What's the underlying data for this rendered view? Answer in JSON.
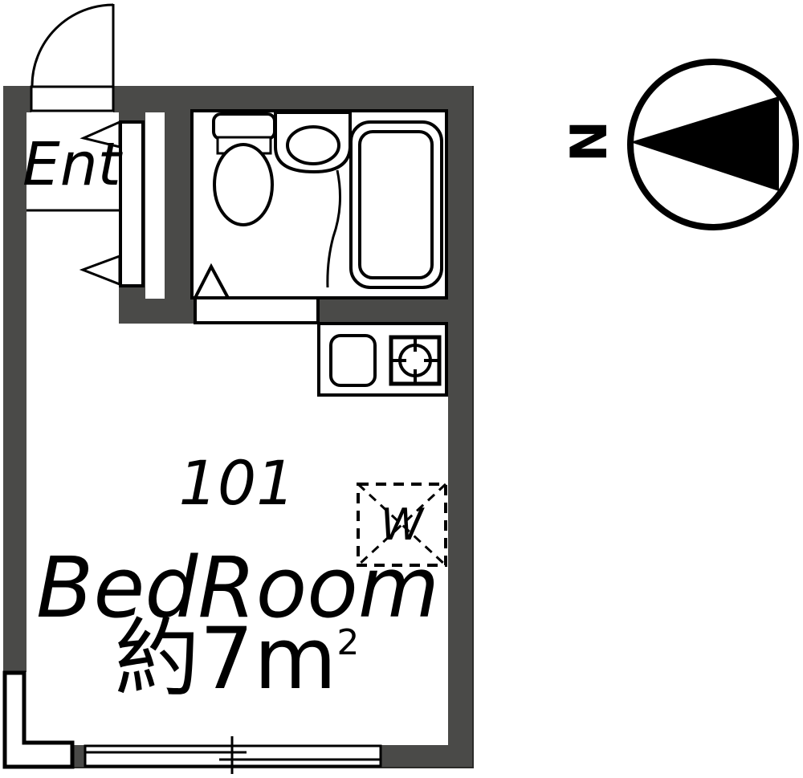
{
  "plan": {
    "entrance_label": "Ent",
    "room_number": "101",
    "room_name": "BedRoom",
    "area_text": "約7m",
    "area_sup": "2",
    "washer_label": "W",
    "compass_label": "N"
  },
  "colors": {
    "wall": "#4a4a48",
    "line": "#000000",
    "background": "#ffffff"
  },
  "fixtures": [
    "entrance-door",
    "shoe-cabinet",
    "toilet",
    "wash-basin",
    "bathtub",
    "bathroom-door",
    "kitchen-sink",
    "gas-burner",
    "washing-machine-space",
    "sliding-window",
    "corner-alcove",
    "north-compass"
  ]
}
